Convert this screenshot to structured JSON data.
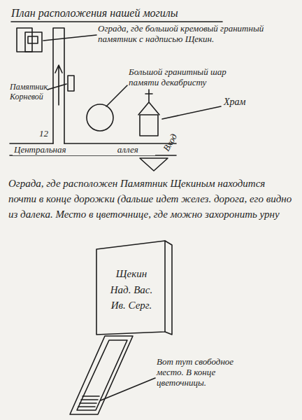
{
  "diagram": {
    "title": "План расположения нашей могилы",
    "nodes": [
      {
        "text": [
          "Щекин Над. Вас. Ив. Серг."
        ]
      }
    ],
    "labels": [
      "Ограда, где большой кремовый гранитный памятник с надписью Щекин.",
      "Большой гранитный шар памяти декабристу",
      "Памятник Корневой",
      "Храм",
      "12",
      "Центральная аллея",
      "Вход",
      "Ограда, где расположен Памятник Щекиным находится почти в конце дорожки (дальше идет желез. дорога, его видно из далека. Место в цветочнице, где можно захоронить урну",
      "Вот тут свободное место. В конце цветочницы."
    ]
  }
}
